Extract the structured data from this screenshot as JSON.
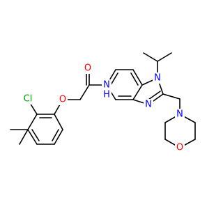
{
  "colors": {
    "bond": "#000000",
    "O": "#ff0000",
    "N": "#0000ff",
    "Cl": "#00a000",
    "background": "#ffffff"
  },
  "atoms": {
    "cl": "Cl",
    "o_ether": "O",
    "o_carbonyl": "O",
    "nh": "N",
    "h_nh": "H",
    "n1": "N",
    "n3": "N",
    "n_morph": "N",
    "o_morph": "O"
  }
}
